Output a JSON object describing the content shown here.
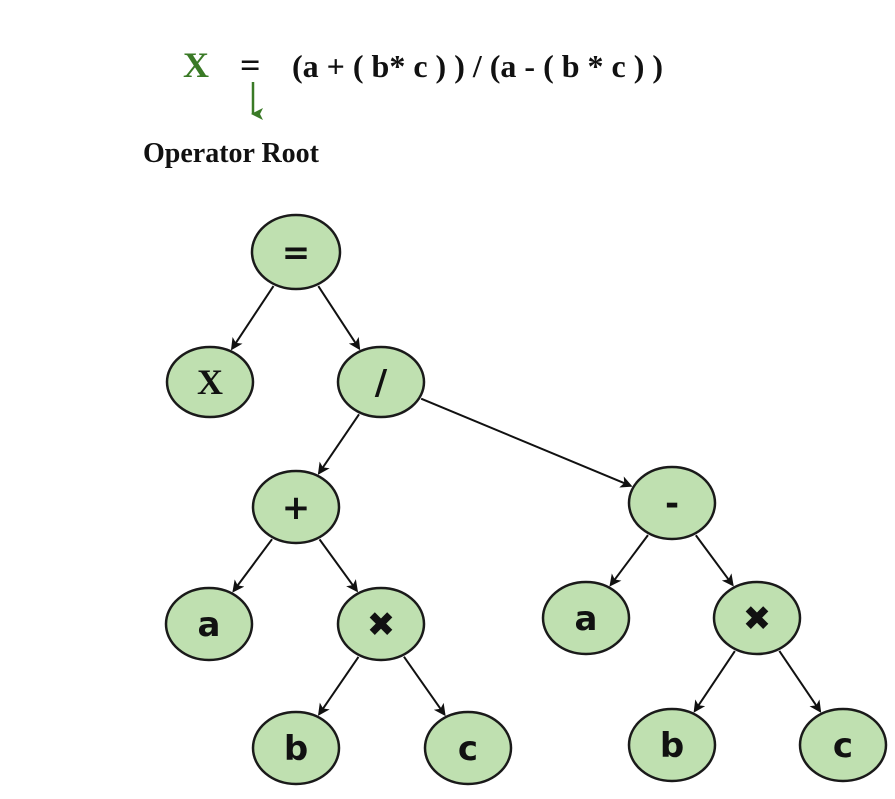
{
  "expression": {
    "lhs": "X",
    "equals": "=",
    "rhs": "(a + ( b* c ) ) / (a - ( b * c ) )",
    "lhs_color": "#3a7a26"
  },
  "annotation": {
    "label": "Operator Root",
    "arrow_color": "#3a7a26"
  },
  "colors": {
    "node_fill": "#bfe0b0",
    "node_stroke": "#1a1a1a"
  },
  "tree": {
    "nodes": [
      {
        "id": "eq",
        "label": "="
      },
      {
        "id": "x",
        "label": "X"
      },
      {
        "id": "div",
        "label": "/"
      },
      {
        "id": "plus",
        "label": "+"
      },
      {
        "id": "minus",
        "label": "-"
      },
      {
        "id": "a1",
        "label": "a"
      },
      {
        "id": "mul1",
        "label": "✖"
      },
      {
        "id": "a2",
        "label": "a"
      },
      {
        "id": "mul2",
        "label": "✖"
      },
      {
        "id": "b1",
        "label": "b"
      },
      {
        "id": "c1",
        "label": "c"
      },
      {
        "id": "b2",
        "label": "b"
      },
      {
        "id": "c2",
        "label": "c"
      }
    ],
    "edges": [
      {
        "from": "eq",
        "to": "x"
      },
      {
        "from": "eq",
        "to": "div"
      },
      {
        "from": "div",
        "to": "plus"
      },
      {
        "from": "div",
        "to": "minus"
      },
      {
        "from": "plus",
        "to": "a1"
      },
      {
        "from": "plus",
        "to": "mul1"
      },
      {
        "from": "minus",
        "to": "a2"
      },
      {
        "from": "minus",
        "to": "mul2"
      },
      {
        "from": "mul1",
        "to": "b1"
      },
      {
        "from": "mul1",
        "to": "c1"
      },
      {
        "from": "mul2",
        "to": "b2"
      },
      {
        "from": "mul2",
        "to": "c2"
      }
    ]
  }
}
